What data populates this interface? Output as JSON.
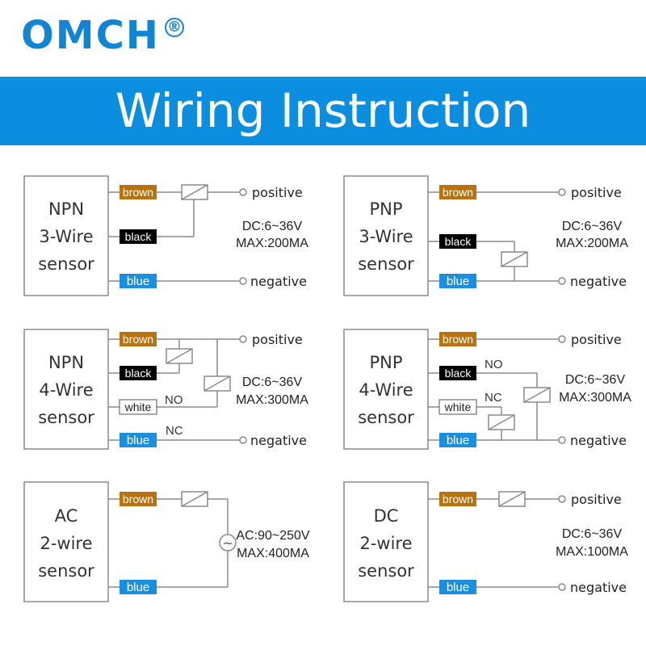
{
  "header": {
    "logo": "OMCH",
    "registered_mark": "®",
    "banner_title": "Wiring Instruction"
  },
  "colors": {
    "brand_blue": "#1185d3",
    "banner_blue": "#0b8ee0",
    "wire_brown": "#b8730e",
    "wire_black": "#000000",
    "wire_blue": "#1a8fe0",
    "line_gray": "#8a8a8a"
  },
  "diagrams": {
    "npn3": {
      "sensor_line1": "NPN",
      "sensor_line2": "3-Wire",
      "sensor_line3": "sensor",
      "wire1": "brown",
      "wire2": "black",
      "wire3": "blue",
      "terminal_top": "positive",
      "terminal_bottom": "negative",
      "spec_line1": "DC:6~36V",
      "spec_line2": "MAX:200MA"
    },
    "pnp3": {
      "sensor_line1": "PNP",
      "sensor_line2": "3-Wire",
      "sensor_line3": "sensor",
      "wire1": "brown",
      "wire2": "black",
      "wire3": "blue",
      "terminal_top": "positive",
      "terminal_bottom": "negative",
      "spec_line1": "DC:6~36V",
      "spec_line2": "MAX:200MA"
    },
    "npn4": {
      "sensor_line1": "NPN",
      "sensor_line2": "4-Wire",
      "sensor_line3": "sensor",
      "wire1": "brown",
      "wire2": "black",
      "wire3": "white",
      "wire4": "blue",
      "label_no": "NO",
      "label_nc": "NC",
      "terminal_top": "positive",
      "terminal_bottom": "negative",
      "spec_line1": "DC:6~36V",
      "spec_line2": "MAX:300MA"
    },
    "pnp4": {
      "sensor_line1": "PNP",
      "sensor_line2": "4-Wire",
      "sensor_line3": "sensor",
      "wire1": "brown",
      "wire2": "black",
      "wire3": "white",
      "wire4": "blue",
      "label_no": "NO",
      "label_nc": "NC",
      "terminal_top": "positive",
      "terminal_bottom": "negative",
      "spec_line1": "DC:6~36V",
      "spec_line2": "MAX:300MA"
    },
    "ac2": {
      "sensor_line1": "AC",
      "sensor_line2": "2-wire",
      "sensor_line3": "sensor",
      "wire1": "brown",
      "wire2": "blue",
      "ac_symbol": "~",
      "spec_line1": "AC:90~250V",
      "spec_line2": "MAX:400MA"
    },
    "dc2": {
      "sensor_line1": "DC",
      "sensor_line2": "2-wire",
      "sensor_line3": "sensor",
      "wire1": "brown",
      "wire2": "blue",
      "terminal_top": "positive",
      "terminal_bottom": "negative",
      "spec_line1": "DC:6~36V",
      "spec_line2": "MAX:100MA"
    }
  }
}
